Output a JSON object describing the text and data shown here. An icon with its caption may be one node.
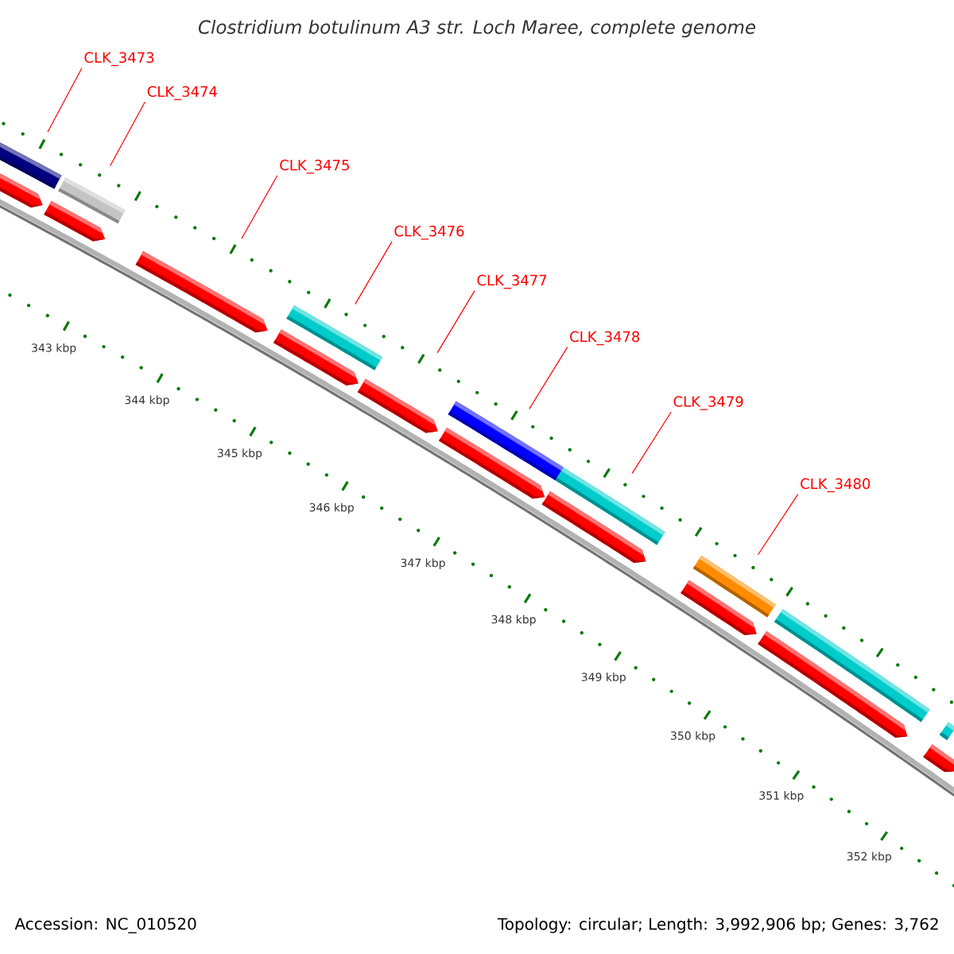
{
  "diagram": {
    "title": "Clostridium botulinum A3 str. Loch Maree, complete genome",
    "nodes": [
      {
        "text": [
          "CLK_3473"
        ]
      },
      {
        "text": [
          "CLK_3474"
        ]
      },
      {
        "text": [
          "CLK_3475"
        ]
      },
      {
        "text": [
          "CLK_3476"
        ]
      },
      {
        "text": [
          "CLK_3477"
        ]
      },
      {
        "text": [
          "CLK_3478"
        ]
      },
      {
        "text": [
          "CLK_3479"
        ]
      },
      {
        "text": [
          "CLK_3480"
        ]
      },
      {
        "text": [],
        "shape": "bar"
      },
      {
        "text": [],
        "shape": "bar"
      },
      {
        "text": [],
        "shape": "bar"
      },
      {
        "text": [],
        "shape": "bar"
      },
      {
        "text": [],
        "shape": "bar"
      },
      {
        "text": [],
        "shape": "bar"
      },
      {
        "text": [],
        "shape": "bar"
      },
      {
        "text": [],
        "shape": "bar"
      },
      {
        "text": [],
        "shape": "arrow"
      }
    ],
    "edges": [
      {
        "from": 0,
        "to": 8,
        "arrow": "none"
      },
      {
        "from": 1,
        "to": 9,
        "arrow": "none"
      },
      {
        "from": 2,
        "to": 16,
        "arrow": "none"
      },
      {
        "from": 3,
        "to": 10,
        "arrow": "none"
      },
      {
        "from": 4,
        "to": null,
        "arrow": "none"
      },
      {
        "from": 5,
        "to": 11,
        "arrow": "none"
      },
      {
        "from": 6,
        "to": 12,
        "arrow": "none"
      },
      {
        "from": 7,
        "to": 13,
        "arrow": "none"
      }
    ],
    "labels": [
      "343 kbp",
      "344 kbp",
      "345 kbp",
      "346 kbp",
      "347 kbp",
      "348 kbp",
      "349 kbp",
      "350 kbp",
      "351 kbp",
      "352 kbp",
      "Accession: NC_010520",
      "Topology: circular; Length: 3,992,906 bp; Genes: 3,762"
    ]
  }
}
